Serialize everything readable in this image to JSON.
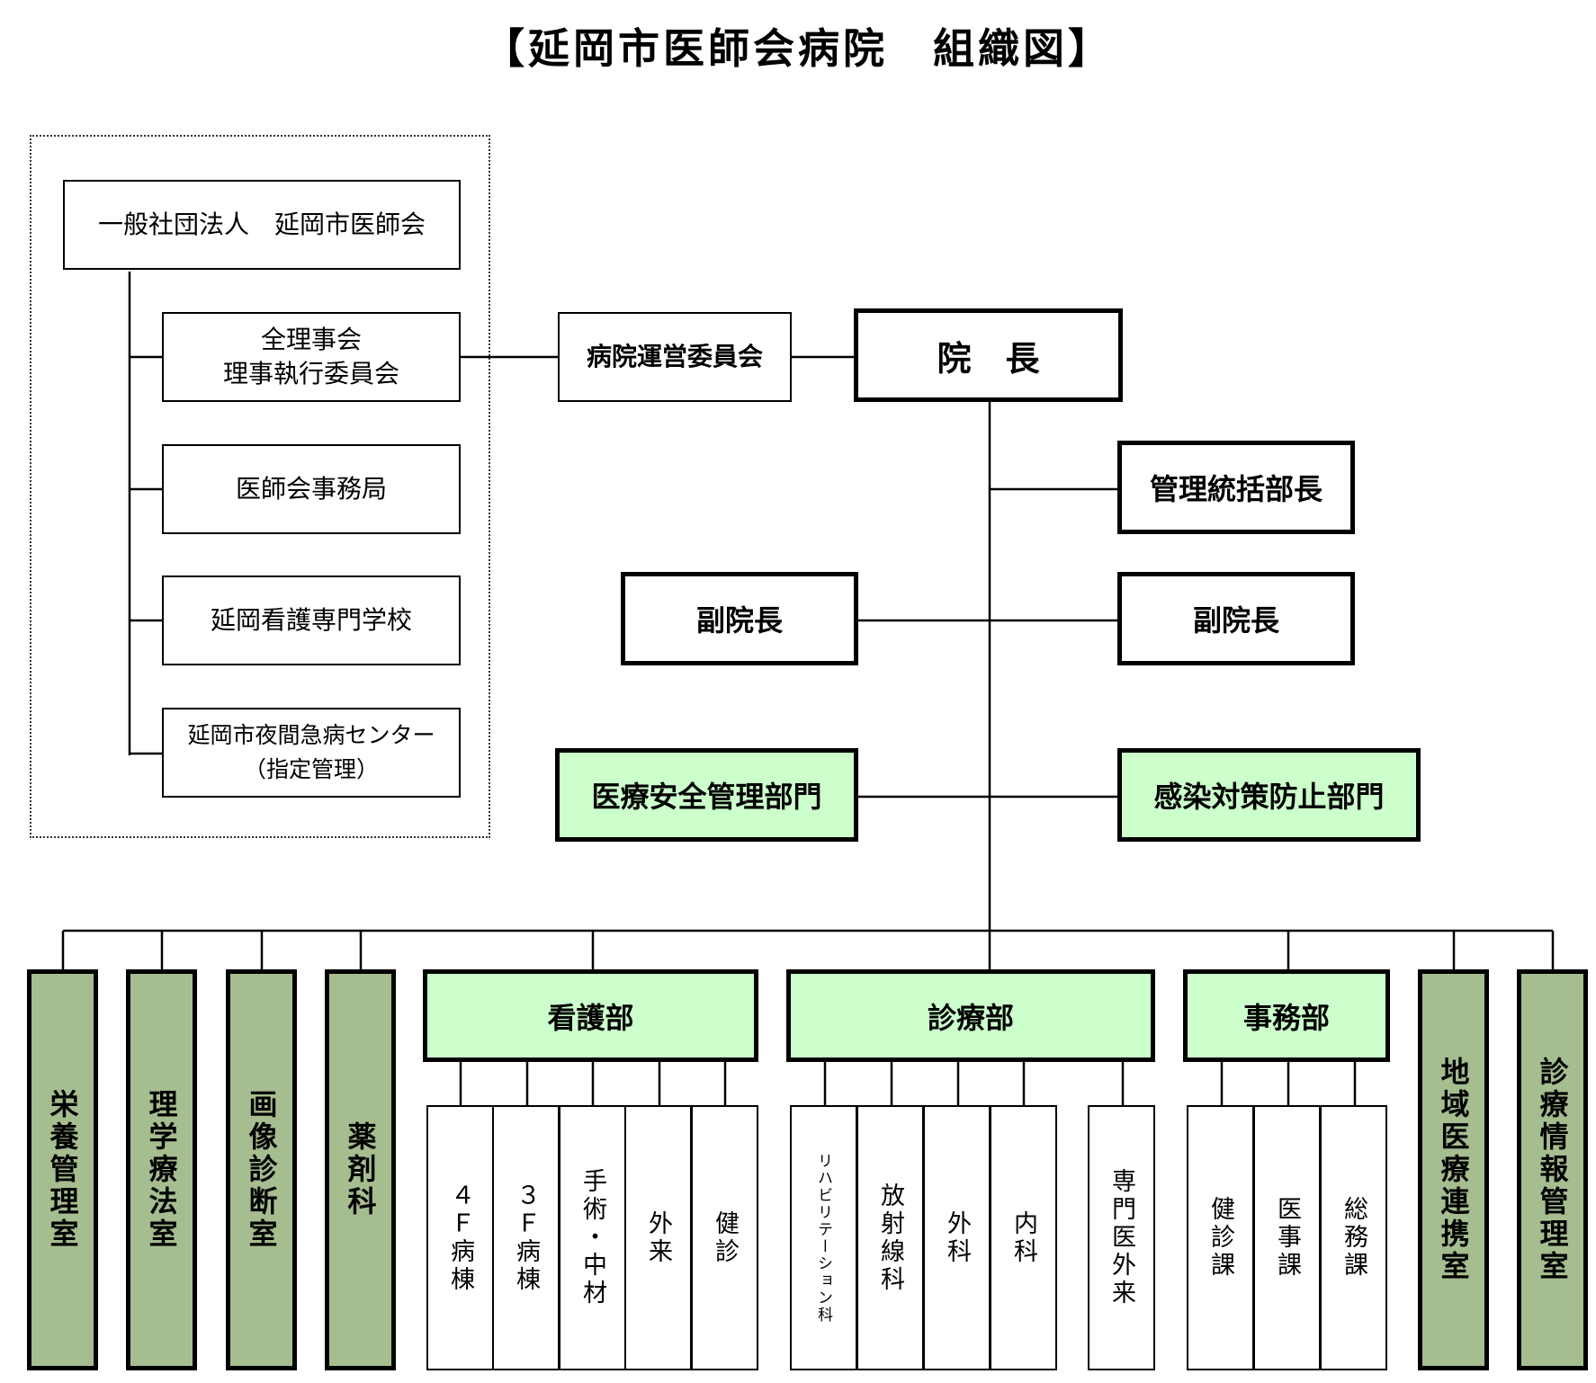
{
  "title": "【延岡市医師会病院　組織図】",
  "association": {
    "name": "一般社団法人　延岡市医師会",
    "children": [
      {
        "line1": "全理事会",
        "line2": "理事執行委員会"
      },
      {
        "line1": "医師会事務局",
        "line2": ""
      },
      {
        "line1": "延岡看護専門学校",
        "line2": ""
      },
      {
        "line1": "延岡市夜間急病センター",
        "line2": "（指定管理）"
      }
    ]
  },
  "committee": "病院運営委員会",
  "director": "院　長",
  "general_manager": "管理統括部長",
  "vice_left": "副院長",
  "vice_right": "副院長",
  "safety_dept": "医療安全管理部門",
  "infection_dept": "感染対策防止部門",
  "left_units": [
    "栄養管理室",
    "理学療法室",
    "画像診断室",
    "薬剤科"
  ],
  "nursing": {
    "name": "看護部",
    "units": [
      "４Ｆ病棟",
      "３Ｆ病棟",
      "手術・中材",
      "外来",
      "健診"
    ]
  },
  "medical": {
    "name": "診療部",
    "units": [
      "リハビリテーション科",
      "放射線科",
      "外科",
      "内科"
    ],
    "extra": "専門医外来"
  },
  "admin": {
    "name": "事務部",
    "units": [
      "健診課",
      "医事課",
      "総務課"
    ]
  },
  "right_units": [
    "地域医療連携室",
    "診療情報管理室"
  ]
}
